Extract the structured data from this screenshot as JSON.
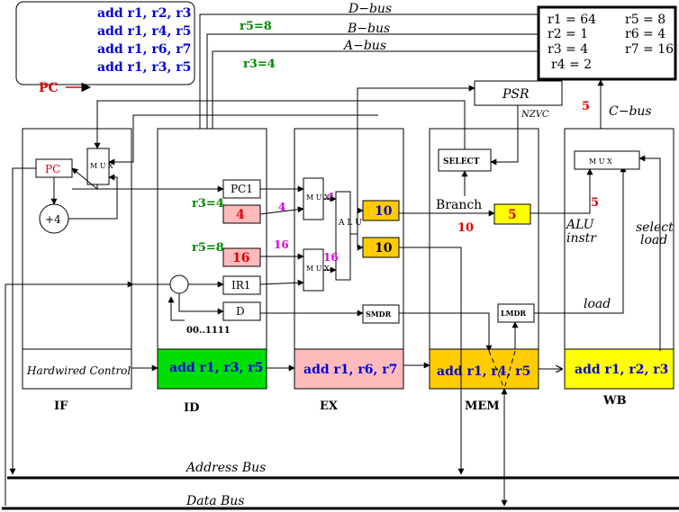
{
  "program": {
    "instructions": [
      "add r1, r2, r3",
      "add r1, r4, r5",
      "add r1, r6, r7",
      "add r1, r3, r5"
    ],
    "pc_label": "PC"
  },
  "buses": {
    "d_bus": "D−bus",
    "b_bus": "B−bus",
    "a_bus": "A−bus",
    "c_bus": "C−bus",
    "address_bus": "Address Bus",
    "data_bus": "Data Bus"
  },
  "register_file": {
    "left": [
      "r1 = 64",
      "r2 = 1",
      "r3 = 4",
      "r4 = 2"
    ],
    "right": [
      "r5 = 8",
      "r6 = 4",
      "r7 = 16"
    ]
  },
  "forwarding": {
    "r5_top": "r5=8",
    "r3_top": "r3=4",
    "r3_id": "r3=4",
    "r5_id": "r5=8"
  },
  "psr": {
    "label": "PSR",
    "flags": "NZVC"
  },
  "stages": {
    "if": {
      "name": "IF",
      "pc": "PC",
      "mux": "M U X",
      "plus4": "+4",
      "control": "Hardwired Control",
      "current": ""
    },
    "id": {
      "name": "ID",
      "pc1": "PC1",
      "reg_a": "4",
      "reg_b": "16",
      "ir1": "IR1",
      "d": "D",
      "imm": "00..1111",
      "current": "add r1, r3, r5"
    },
    "ex": {
      "name": "EX",
      "mux_a": "M U X",
      "mux_b": "M U X",
      "alu": "A L U",
      "in_a": "4",
      "in_b": "16",
      "out_top": "10",
      "out_bottom": "10",
      "smdr": "SMDR",
      "current": "add r1, r6, r7"
    },
    "mem": {
      "name": "MEM",
      "select": "SELECT",
      "branch": "Branch",
      "branch_value": "10",
      "result": "5",
      "lmdr": "LMDR",
      "current": "add r1, r4, r5"
    },
    "wb": {
      "name": "WB",
      "mux": "M U X",
      "cbus_value": "5",
      "mux_in": "5",
      "alu_instr_1": "ALU",
      "alu_instr_2": "instr",
      "select_load_1": "select",
      "select_load_2": "load",
      "load": "load",
      "current": "add r1, r2, r3"
    }
  },
  "colors": {
    "blue": "#0000dd",
    "red": "#dd0000",
    "green": "#008800",
    "magenta": "#dd00dd",
    "id_fill": "#00dd00",
    "ex_fill": "#ffbbbb",
    "mem_fill": "#ffcc00",
    "wb_fill": "#ffff00",
    "reg_pink": "#ffbbbb",
    "ex_out_fill": "#ffcc00"
  }
}
